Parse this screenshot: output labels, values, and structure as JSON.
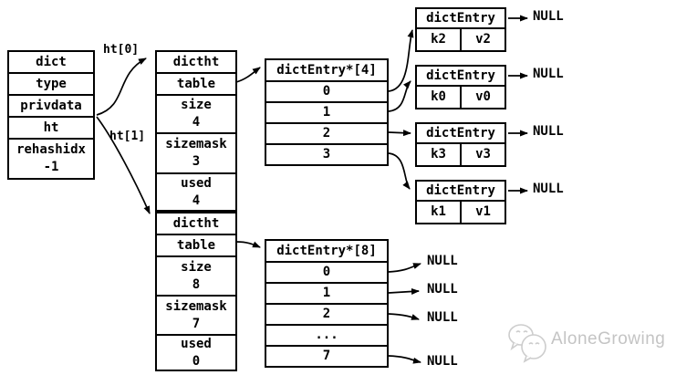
{
  "colors": {
    "ink": "#000000",
    "background": "#ffffff",
    "watermark": "#c4c4c4"
  },
  "dict_box": {
    "rows": [
      "dict",
      "type",
      "privdata",
      "ht",
      "rehashidx\n-1"
    ]
  },
  "pointer_labels": {
    "ht0": "ht[0]",
    "ht1": "ht[1]"
  },
  "ht0_box": {
    "rows": [
      "dictht",
      "table",
      "size\n4",
      "sizemask\n3",
      "used\n4"
    ]
  },
  "ht1_box": {
    "rows": [
      "dictht",
      "table",
      "size\n8",
      "sizemask\n7",
      "used\n0"
    ]
  },
  "array4": {
    "header": "dictEntry*[4]",
    "slots": [
      "0",
      "1",
      "2",
      "3"
    ]
  },
  "array8": {
    "header": "dictEntry*[8]",
    "slots": [
      "0",
      "1",
      "2",
      "...",
      "7"
    ]
  },
  "entries": [
    {
      "title": "dictEntry",
      "key": "k2",
      "value": "v2",
      "next": "NULL"
    },
    {
      "title": "dictEntry",
      "key": "k0",
      "value": "v0",
      "next": "NULL"
    },
    {
      "title": "dictEntry",
      "key": "k3",
      "value": "v3",
      "next": "NULL"
    },
    {
      "title": "dictEntry",
      "key": "k1",
      "value": "v1",
      "next": "NULL"
    }
  ],
  "array8_nulls": [
    "NULL",
    "NULL",
    "NULL",
    "NULL"
  ],
  "watermark": {
    "text": "AloneGrowing"
  }
}
